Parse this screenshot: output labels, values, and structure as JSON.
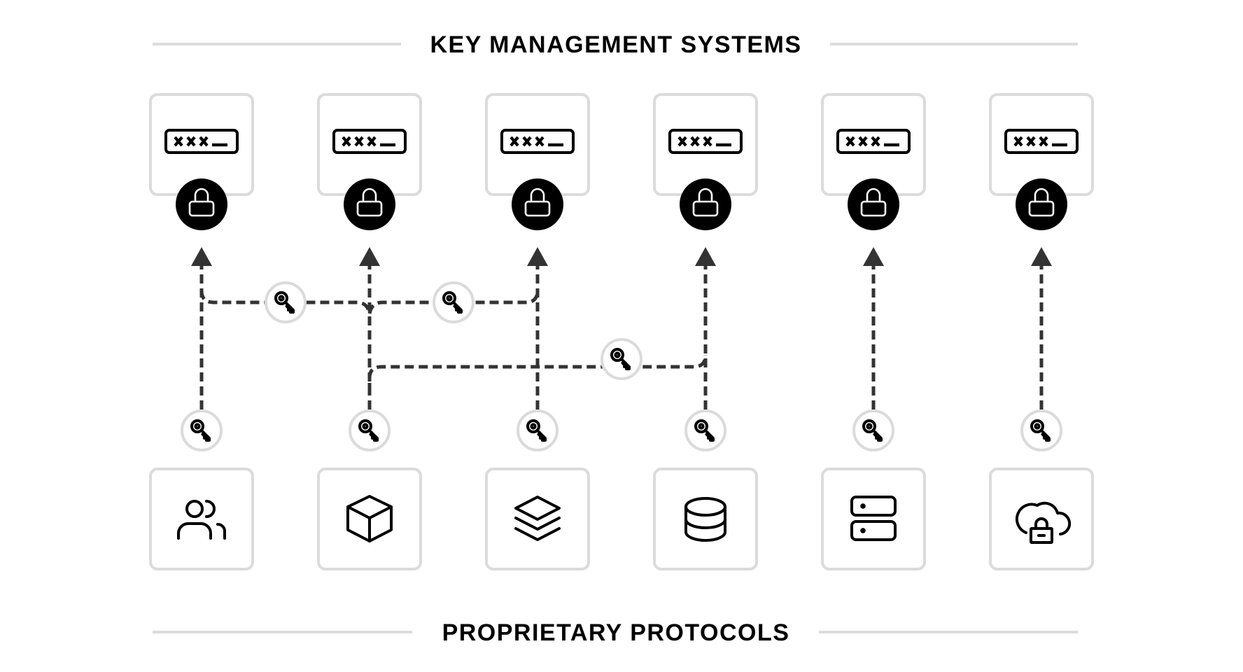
{
  "diagram": {
    "top_heading": "KEY MANAGEMENT SYSTEMS",
    "bottom_heading": "PROPRIETARY PROTOCOLS",
    "colors": {
      "line": "#333333",
      "box_border": "#dbdbdb",
      "lock_fill": "#000000",
      "text": "#000000"
    },
    "kms_nodes": [
      {
        "id": "kms-1",
        "field_text": "×××_",
        "icon": "password-field-icon",
        "badge": "lock-icon"
      },
      {
        "id": "kms-2",
        "field_text": "×××_",
        "icon": "password-field-icon",
        "badge": "lock-icon"
      },
      {
        "id": "kms-3",
        "field_text": "×××_",
        "icon": "password-field-icon",
        "badge": "lock-icon"
      },
      {
        "id": "kms-4",
        "field_text": "×××_",
        "icon": "password-field-icon",
        "badge": "lock-icon"
      },
      {
        "id": "kms-5",
        "field_text": "×××_",
        "icon": "password-field-icon",
        "badge": "lock-icon"
      },
      {
        "id": "kms-6",
        "field_text": "×××_",
        "icon": "password-field-icon",
        "badge": "lock-icon"
      }
    ],
    "protocol_nodes": [
      {
        "id": "proto-1",
        "icon": "users-icon"
      },
      {
        "id": "proto-2",
        "icon": "cube-icon"
      },
      {
        "id": "proto-3",
        "icon": "layers-icon"
      },
      {
        "id": "proto-4",
        "icon": "database-icon"
      },
      {
        "id": "proto-5",
        "icon": "server-icon"
      },
      {
        "id": "proto-6",
        "icon": "cloud-lock-icon"
      }
    ],
    "key_markers": {
      "icon": "key-icon",
      "count": 9
    },
    "connections": [
      {
        "from": "proto-1",
        "to": "kms-1"
      },
      {
        "from": "proto-1",
        "to": "kms-2",
        "via_key": true
      },
      {
        "from": "proto-2",
        "to": "kms-2"
      },
      {
        "from": "proto-2",
        "to": "kms-3",
        "via_key": true
      },
      {
        "from": "proto-2",
        "to": "kms-4",
        "via_key": true
      },
      {
        "from": "proto-3",
        "to": "kms-3"
      },
      {
        "from": "proto-4",
        "to": "kms-4"
      },
      {
        "from": "proto-5",
        "to": "kms-5"
      },
      {
        "from": "proto-6",
        "to": "kms-6"
      }
    ]
  }
}
